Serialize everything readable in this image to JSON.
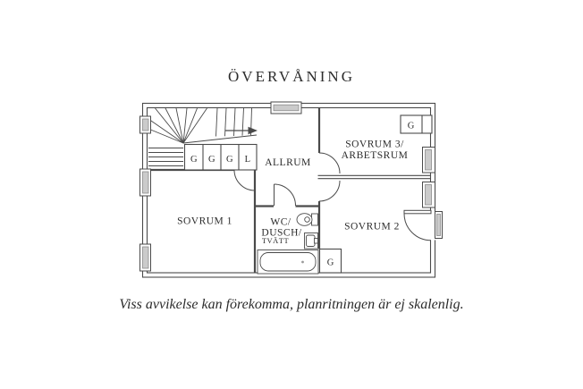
{
  "title": "ÖVERVÅNING",
  "disclaimer": "Viss avvikelse kan förekomma, planritningen är ej skalenlig.",
  "rooms": {
    "allrum": "ALLRUM",
    "sovrum1": "SOVRUM 1",
    "sovrum2": "SOVRUM 2",
    "sovrum3": [
      "SOVRUM 3/",
      "ARBETSRUM"
    ],
    "wc": [
      "WC/",
      "DUSCH/",
      "TVÄTT"
    ]
  },
  "closets": {
    "hall": [
      "G",
      "G",
      "G",
      "L"
    ],
    "sovrum3": "G",
    "bath": "G"
  },
  "stairs": {
    "direction_arrow": "right"
  },
  "colors": {
    "line": "#4a4a4a",
    "text": "#2b2b2b",
    "window_fill": "#cbcbcb",
    "background": "#ffffff"
  }
}
